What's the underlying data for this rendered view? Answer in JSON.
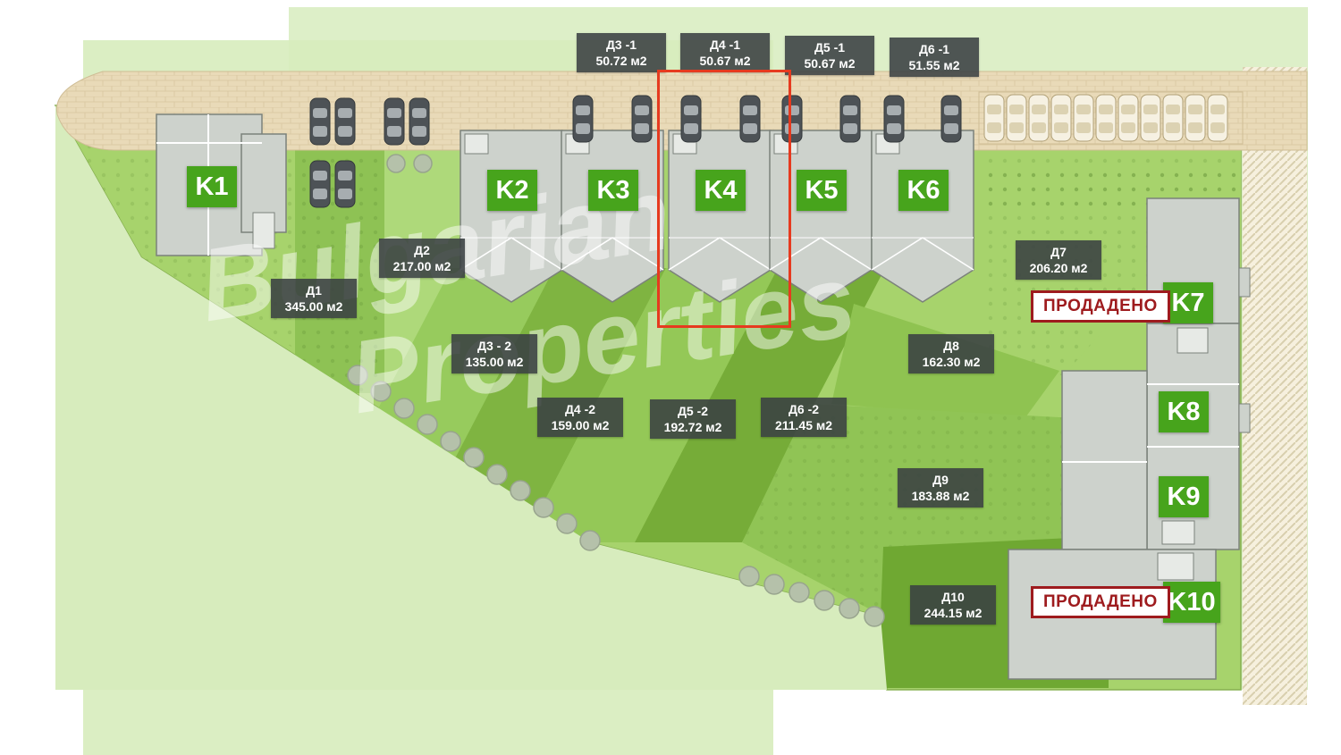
{
  "watermark": {
    "line1": "Bulgarian",
    "line2": "Properties"
  },
  "colors": {
    "house_label_bg": "#47a41c",
    "plot_label_bg": "#3a4042",
    "sold_red": "#9e1b1e",
    "selection_red": "#e63a1f",
    "site_green": "#a7d36c",
    "road_tan": "#e9dab8"
  },
  "top_plots": [
    {
      "id": "Д3 -1",
      "area": "50.72 м2"
    },
    {
      "id": "Д4 -1",
      "area": "50.67 м2"
    },
    {
      "id": "Д5 -1",
      "area": "50.67 м2"
    },
    {
      "id": "Д6 -1",
      "area": "51.55 м2"
    }
  ],
  "houses": [
    {
      "label": "K1",
      "sold": false
    },
    {
      "label": "K2",
      "sold": false
    },
    {
      "label": "K3",
      "sold": false
    },
    {
      "label": "K4",
      "sold": false
    },
    {
      "label": "K5",
      "sold": false
    },
    {
      "label": "K6",
      "sold": false
    },
    {
      "label": "K7",
      "sold": true
    },
    {
      "label": "K8",
      "sold": false
    },
    {
      "label": "K9",
      "sold": false
    },
    {
      "label": "K10",
      "sold": true
    }
  ],
  "plots": [
    {
      "id": "Д1",
      "area": "345.00 м2"
    },
    {
      "id": "Д2",
      "area": "217.00 м2"
    },
    {
      "id": "Д3 - 2",
      "area": "135.00 м2"
    },
    {
      "id": "Д4 -2",
      "area": "159.00 м2"
    },
    {
      "id": "Д5 -2",
      "area": "192.72 м2"
    },
    {
      "id": "Д6 -2",
      "area": "211.45 м2"
    },
    {
      "id": "Д7",
      "area": "206.20 м2"
    },
    {
      "id": "Д8",
      "area": "162.30 м2"
    },
    {
      "id": "Д9",
      "area": "183.88 м2"
    },
    {
      "id": "Д10",
      "area": "244.15 м2"
    }
  ],
  "sold_label_text": "ПРОДАДЕНО",
  "selection": {
    "house": "K4"
  }
}
